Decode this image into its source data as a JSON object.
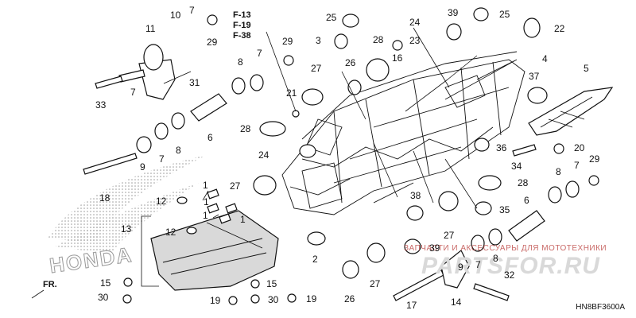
{
  "references": [
    "F-13",
    "F-19",
    "F-38"
  ],
  "direction_label": "FR.",
  "brand_watermark": "HONDA",
  "site_watermark": "PARTSFOR.RU",
  "site_tagline": "ЗАПЧАСТИ И АКСЕССУАРЫ ДЛЯ МОТОТЕХНИКИ",
  "drawing_code": "HN8BF3600A",
  "callouts": [
    "1",
    "2",
    "3",
    "4",
    "5",
    "6",
    "7",
    "8",
    "9",
    "10",
    "11",
    "12",
    "13",
    "14",
    "15",
    "16",
    "17",
    "18",
    "19",
    "20",
    "21",
    "22",
    "23",
    "24",
    "25",
    "26",
    "27",
    "28",
    "29",
    "30",
    "31",
    "32",
    "33",
    "34",
    "35",
    "36",
    "37",
    "38",
    "39"
  ]
}
